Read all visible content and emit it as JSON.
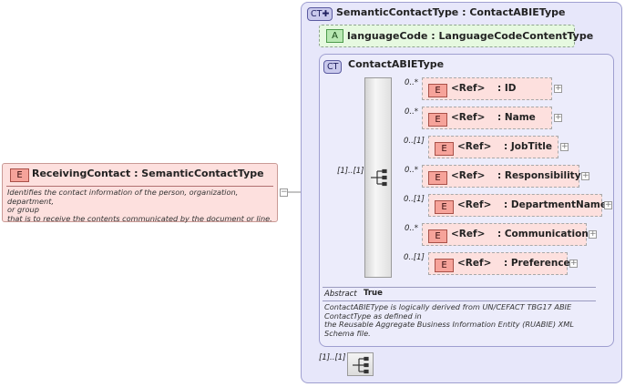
{
  "root": {
    "badge": "E",
    "title": "ReceivingContact : SemanticContactType",
    "doc_lines": [
      "Identifies the contact information of the person, organization, department,",
      "or group",
      "that is to receive the contents communicated by the document or line."
    ]
  },
  "outer_type": {
    "badge": "CT",
    "title": "SemanticContactType : ContactABIEType"
  },
  "attribute": {
    "badge": "A",
    "title": "languageCode : LanguageCodeContentType"
  },
  "inner_type": {
    "badge": "CT",
    "title": "ContactABIEType",
    "sequence_cardinality": "[1]..[1]",
    "abstract_label": "Abstract",
    "abstract_value": "True",
    "doc_lines": [
      "ContactABIEType is logically derived from UN/CEFACT TBG17 ABIE",
      "ContactType as defined in",
      "the Reusable Aggregate Business Information Entity (RUABIE) XML",
      "Schema file."
    ]
  },
  "children": [
    {
      "badge": "E",
      "ref": "<Ref>",
      "name": ": ID",
      "cardinality": "0..*"
    },
    {
      "badge": "E",
      "ref": "<Ref>",
      "name": ": Name",
      "cardinality": "0..*"
    },
    {
      "badge": "E",
      "ref": "<Ref>",
      "name": ": JobTitle",
      "cardinality": "0..[1]"
    },
    {
      "badge": "E",
      "ref": "<Ref>",
      "name": ": Responsibility",
      "cardinality": "0..*"
    },
    {
      "badge": "E",
      "ref": "<Ref>",
      "name": ": DepartmentName",
      "cardinality": "0..[1]"
    },
    {
      "badge": "E",
      "ref": "<Ref>",
      "name": ": Communication",
      "cardinality": "0..*"
    },
    {
      "badge": "E",
      "ref": "<Ref>",
      "name": ": Preference",
      "cardinality": "0..[1]"
    }
  ],
  "outer_sequence_cardinality": "[1]..[1]",
  "colors": {
    "element_fill": "#fde0de",
    "complex_type_fill": "#e7e7fa",
    "attribute_fill": "#e6f9e0"
  }
}
